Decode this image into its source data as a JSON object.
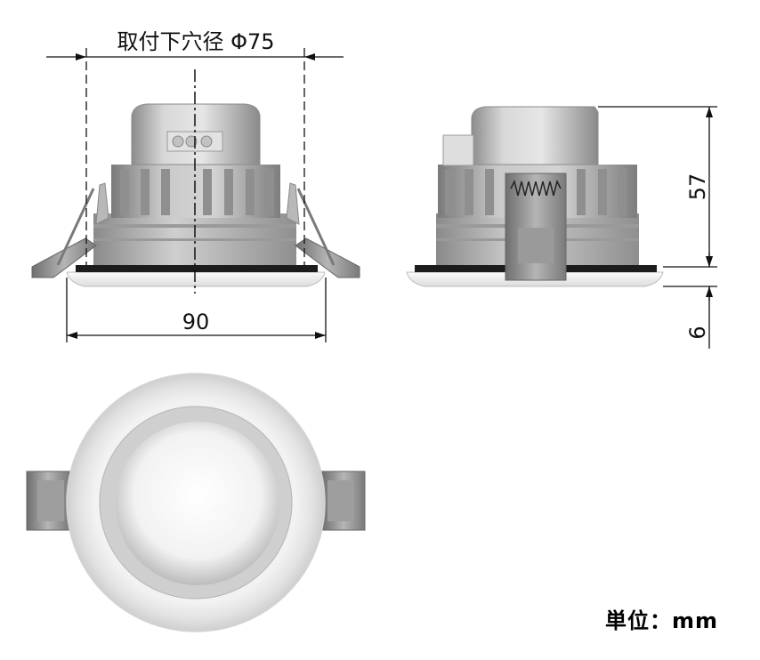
{
  "dimensions": {
    "mounting_hole": "取付下穴径 Φ75",
    "width": "90",
    "height": "57",
    "flange": "6"
  },
  "unit_label": "単位：mm",
  "colors": {
    "body_light": "#d9d9d9",
    "body_mid": "#a8a8a8",
    "body_dark": "#6f6f6f",
    "bezel_white": "#f4f4f4",
    "gasket": "#1c1c1c",
    "line": "#111111"
  }
}
